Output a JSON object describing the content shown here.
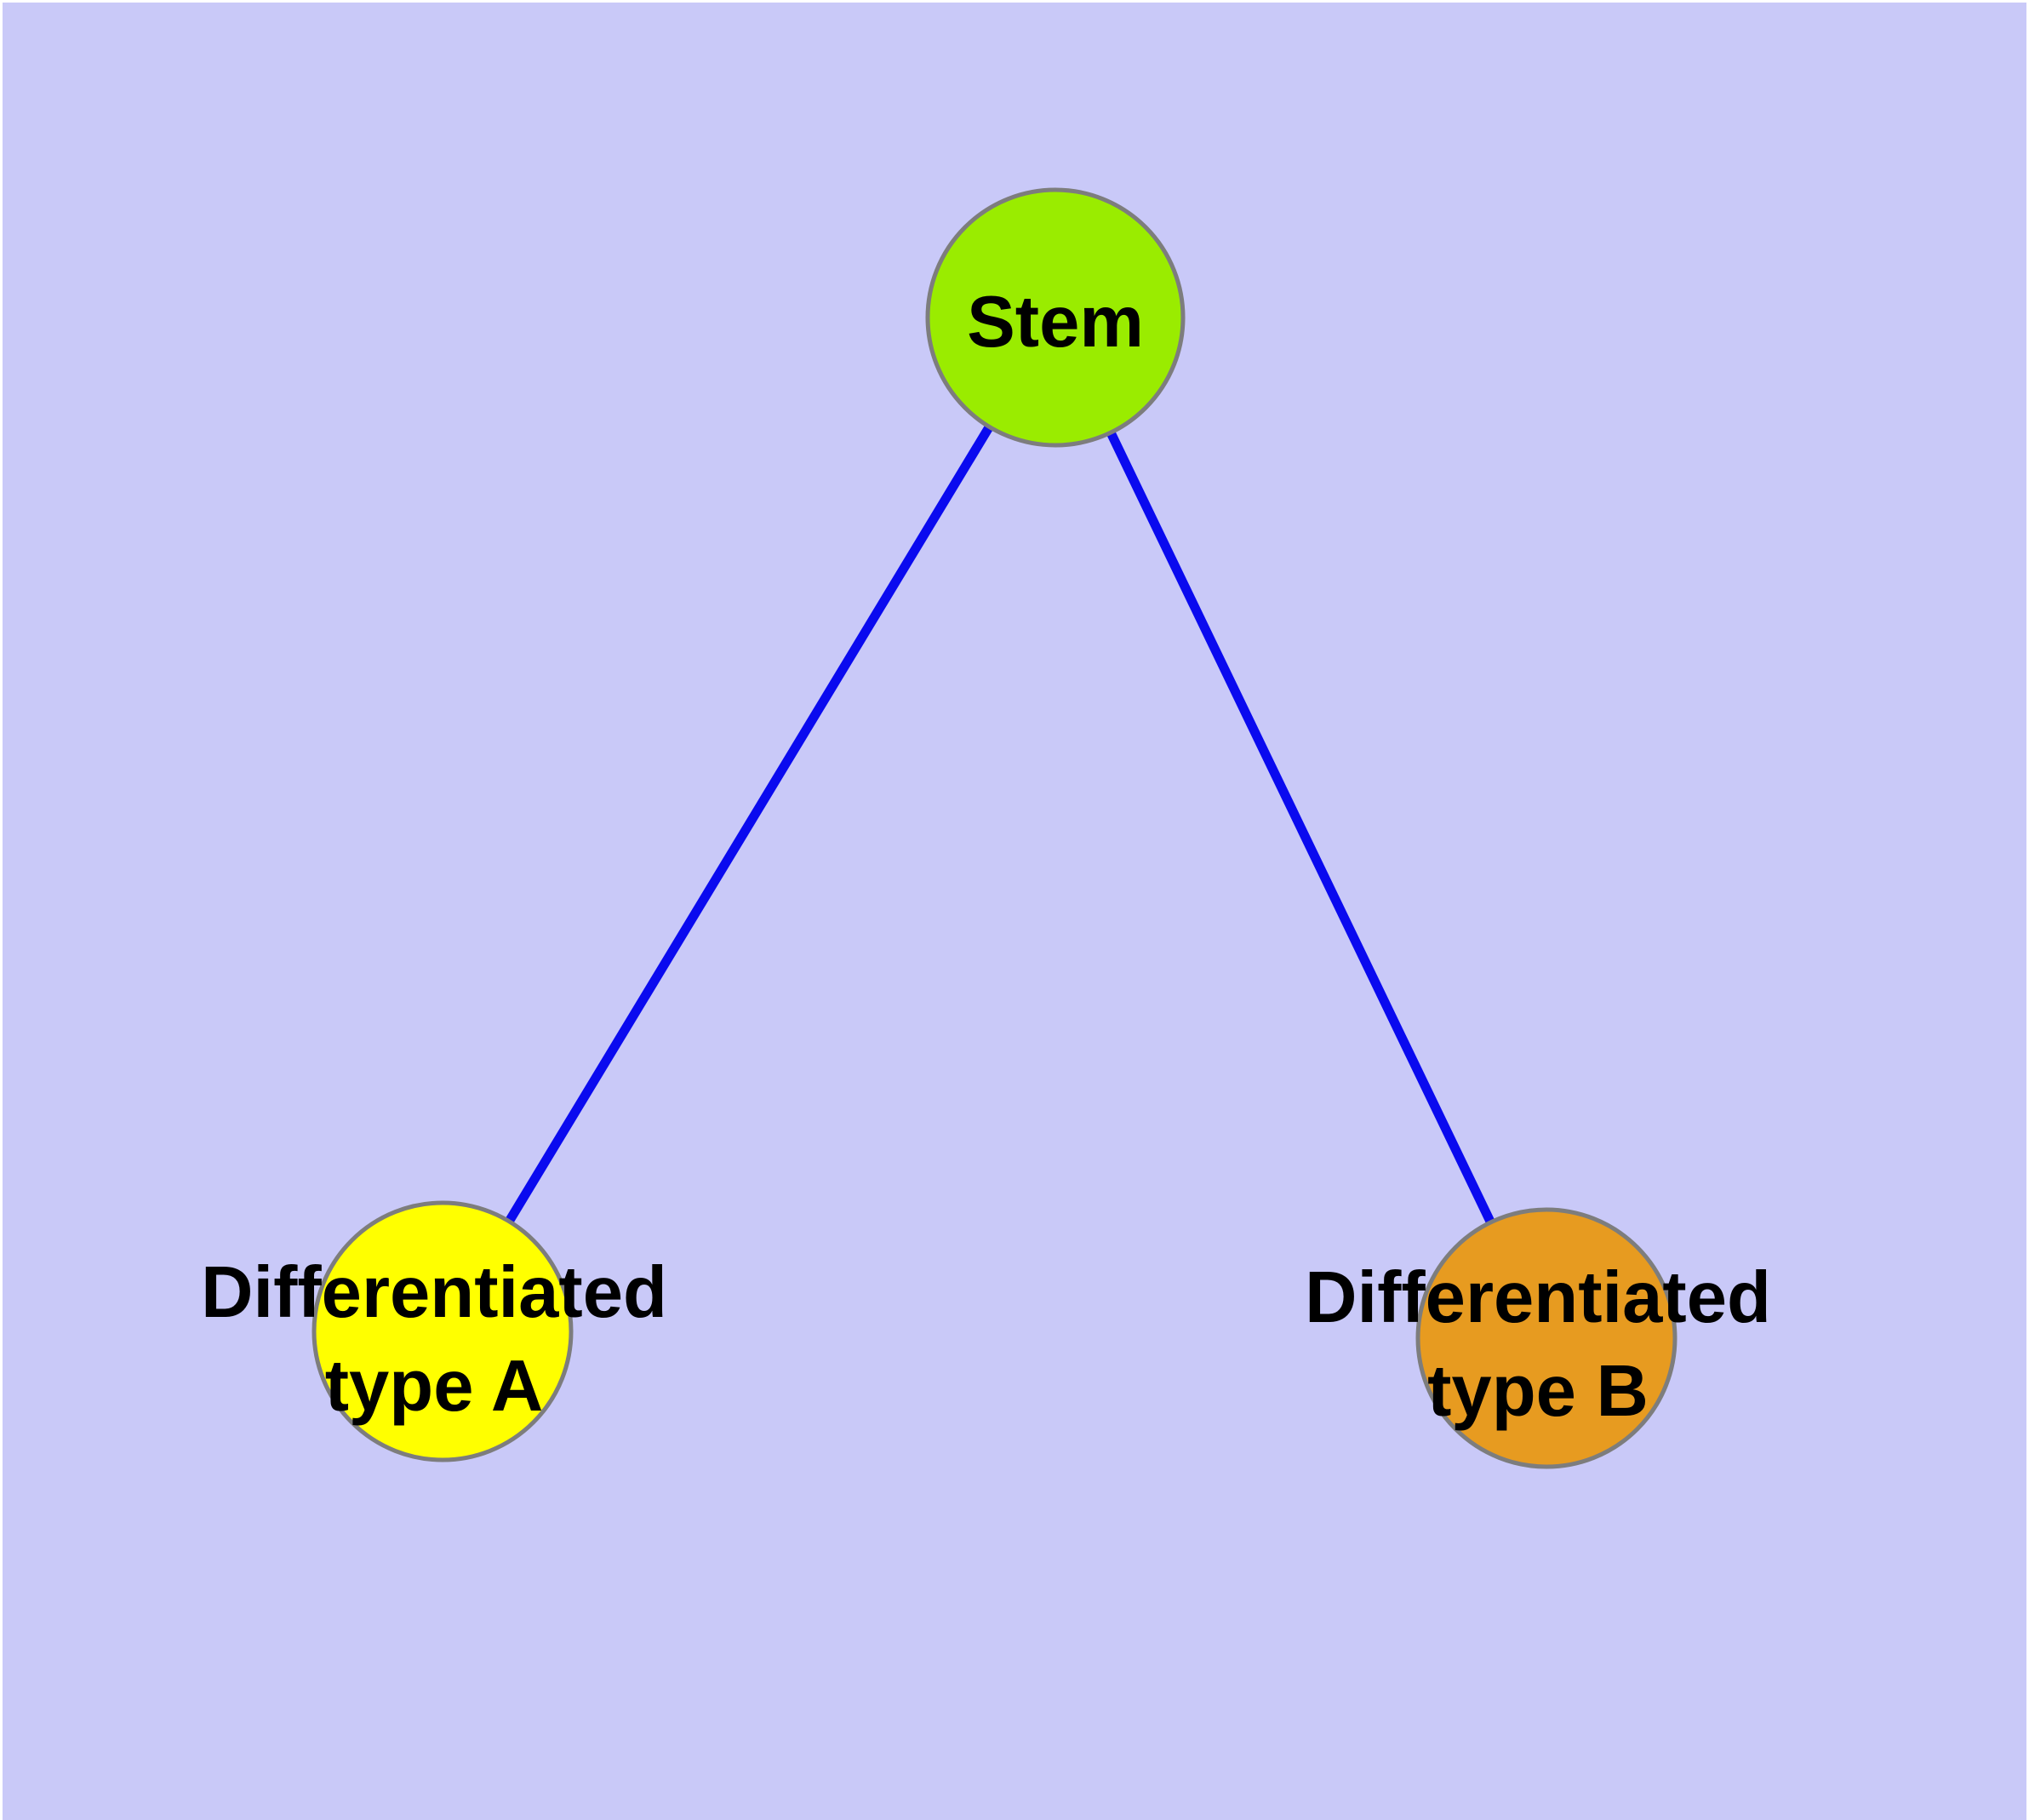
{
  "diagram": {
    "background_color": "#C9C9F8",
    "edge_color": "#0A0AEF",
    "node_border_color": "#7D7D7D",
    "label_color": "#000000",
    "nodes": {
      "stem": {
        "label": "Stem",
        "fill": "#9AEC00"
      },
      "type_a": {
        "label_line1": "Differentiated",
        "label_line2": "type A",
        "fill": "#FFFF00"
      },
      "type_b": {
        "label_line1": "Differentiated",
        "label_line2": "type B",
        "fill": "#E79B20"
      }
    },
    "edges": [
      {
        "from": "Stem",
        "to": "Differentiated type A"
      },
      {
        "from": "Stem",
        "to": "Differentiated type B"
      }
    ]
  }
}
